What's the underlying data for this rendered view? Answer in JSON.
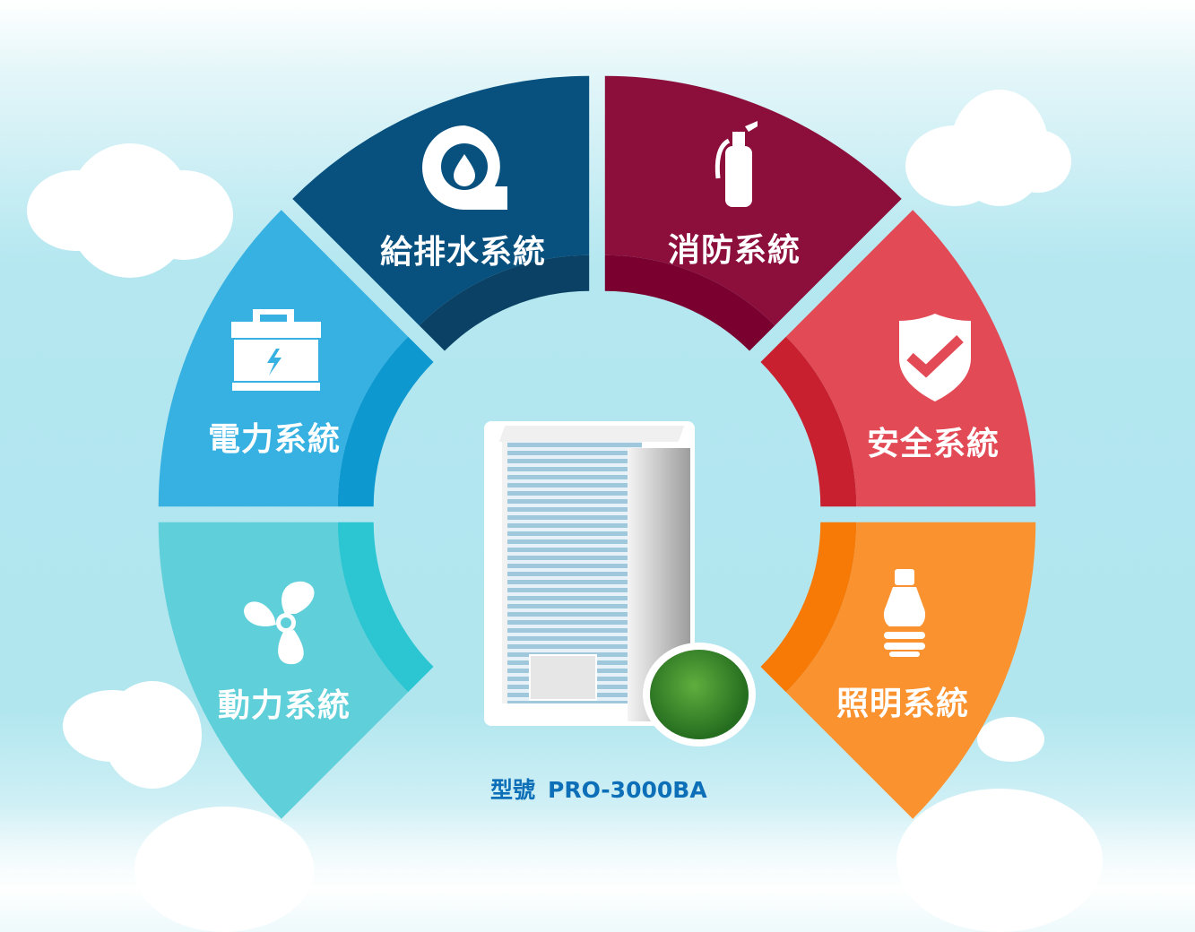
{
  "segments": [
    {
      "id": "water",
      "label": "給排水系統",
      "icon": "water-drop-pipe-icon",
      "color": "#08517f",
      "inner": "#0b4165"
    },
    {
      "id": "fire",
      "label": "消防系統",
      "icon": "fire-extinguisher-icon",
      "color": "#8c0f3b",
      "inner": "#7a0030"
    },
    {
      "id": "safety",
      "label": "安全系統",
      "icon": "shield-check-icon",
      "color": "#e24a56",
      "inner": "#c9202f"
    },
    {
      "id": "lighting",
      "label": "照明系統",
      "icon": "light-bulb-icon",
      "color": "#fb9230",
      "inner": "#f77a06"
    },
    {
      "id": "power",
      "label": "電力系統",
      "icon": "battery-icon",
      "color": "#36b1e2",
      "inner": "#0e98d0"
    },
    {
      "id": "motor",
      "label": "動力系統",
      "icon": "fan-icon",
      "color": "#5fcfd9",
      "inner": "#2cc6d3"
    }
  ],
  "model": {
    "prefix": "型號",
    "value": "PRO-3000BA"
  }
}
